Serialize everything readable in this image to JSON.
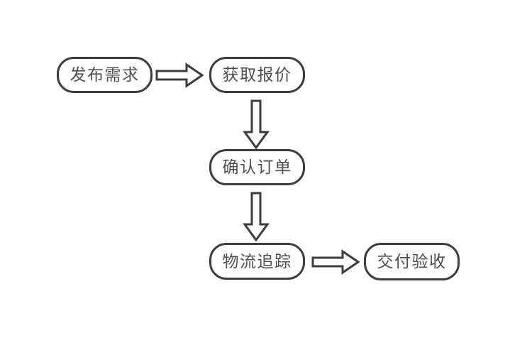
{
  "diagram": {
    "type": "flowchart",
    "background_color": "#ffffff",
    "node_fill_color": "#ffffff",
    "node_border_color": "#3d3d3d",
    "node_text_color": "#4f4f4f",
    "arrow_color": "#3d3d3d",
    "nodes": [
      {
        "id": "publish-demand",
        "label": "发布需求"
      },
      {
        "id": "get-quote",
        "label": "获取报价"
      },
      {
        "id": "confirm-order",
        "label": "确认订单"
      },
      {
        "id": "logistics-tracking",
        "label": "物流追踪"
      },
      {
        "id": "delivery-acceptance",
        "label": "交付验收"
      }
    ],
    "edges": [
      {
        "from": "publish-demand",
        "to": "get-quote",
        "direction": "right"
      },
      {
        "from": "get-quote",
        "to": "confirm-order",
        "direction": "down"
      },
      {
        "from": "confirm-order",
        "to": "logistics-tracking",
        "direction": "down"
      },
      {
        "from": "logistics-tracking",
        "to": "delivery-acceptance",
        "direction": "right"
      }
    ]
  }
}
